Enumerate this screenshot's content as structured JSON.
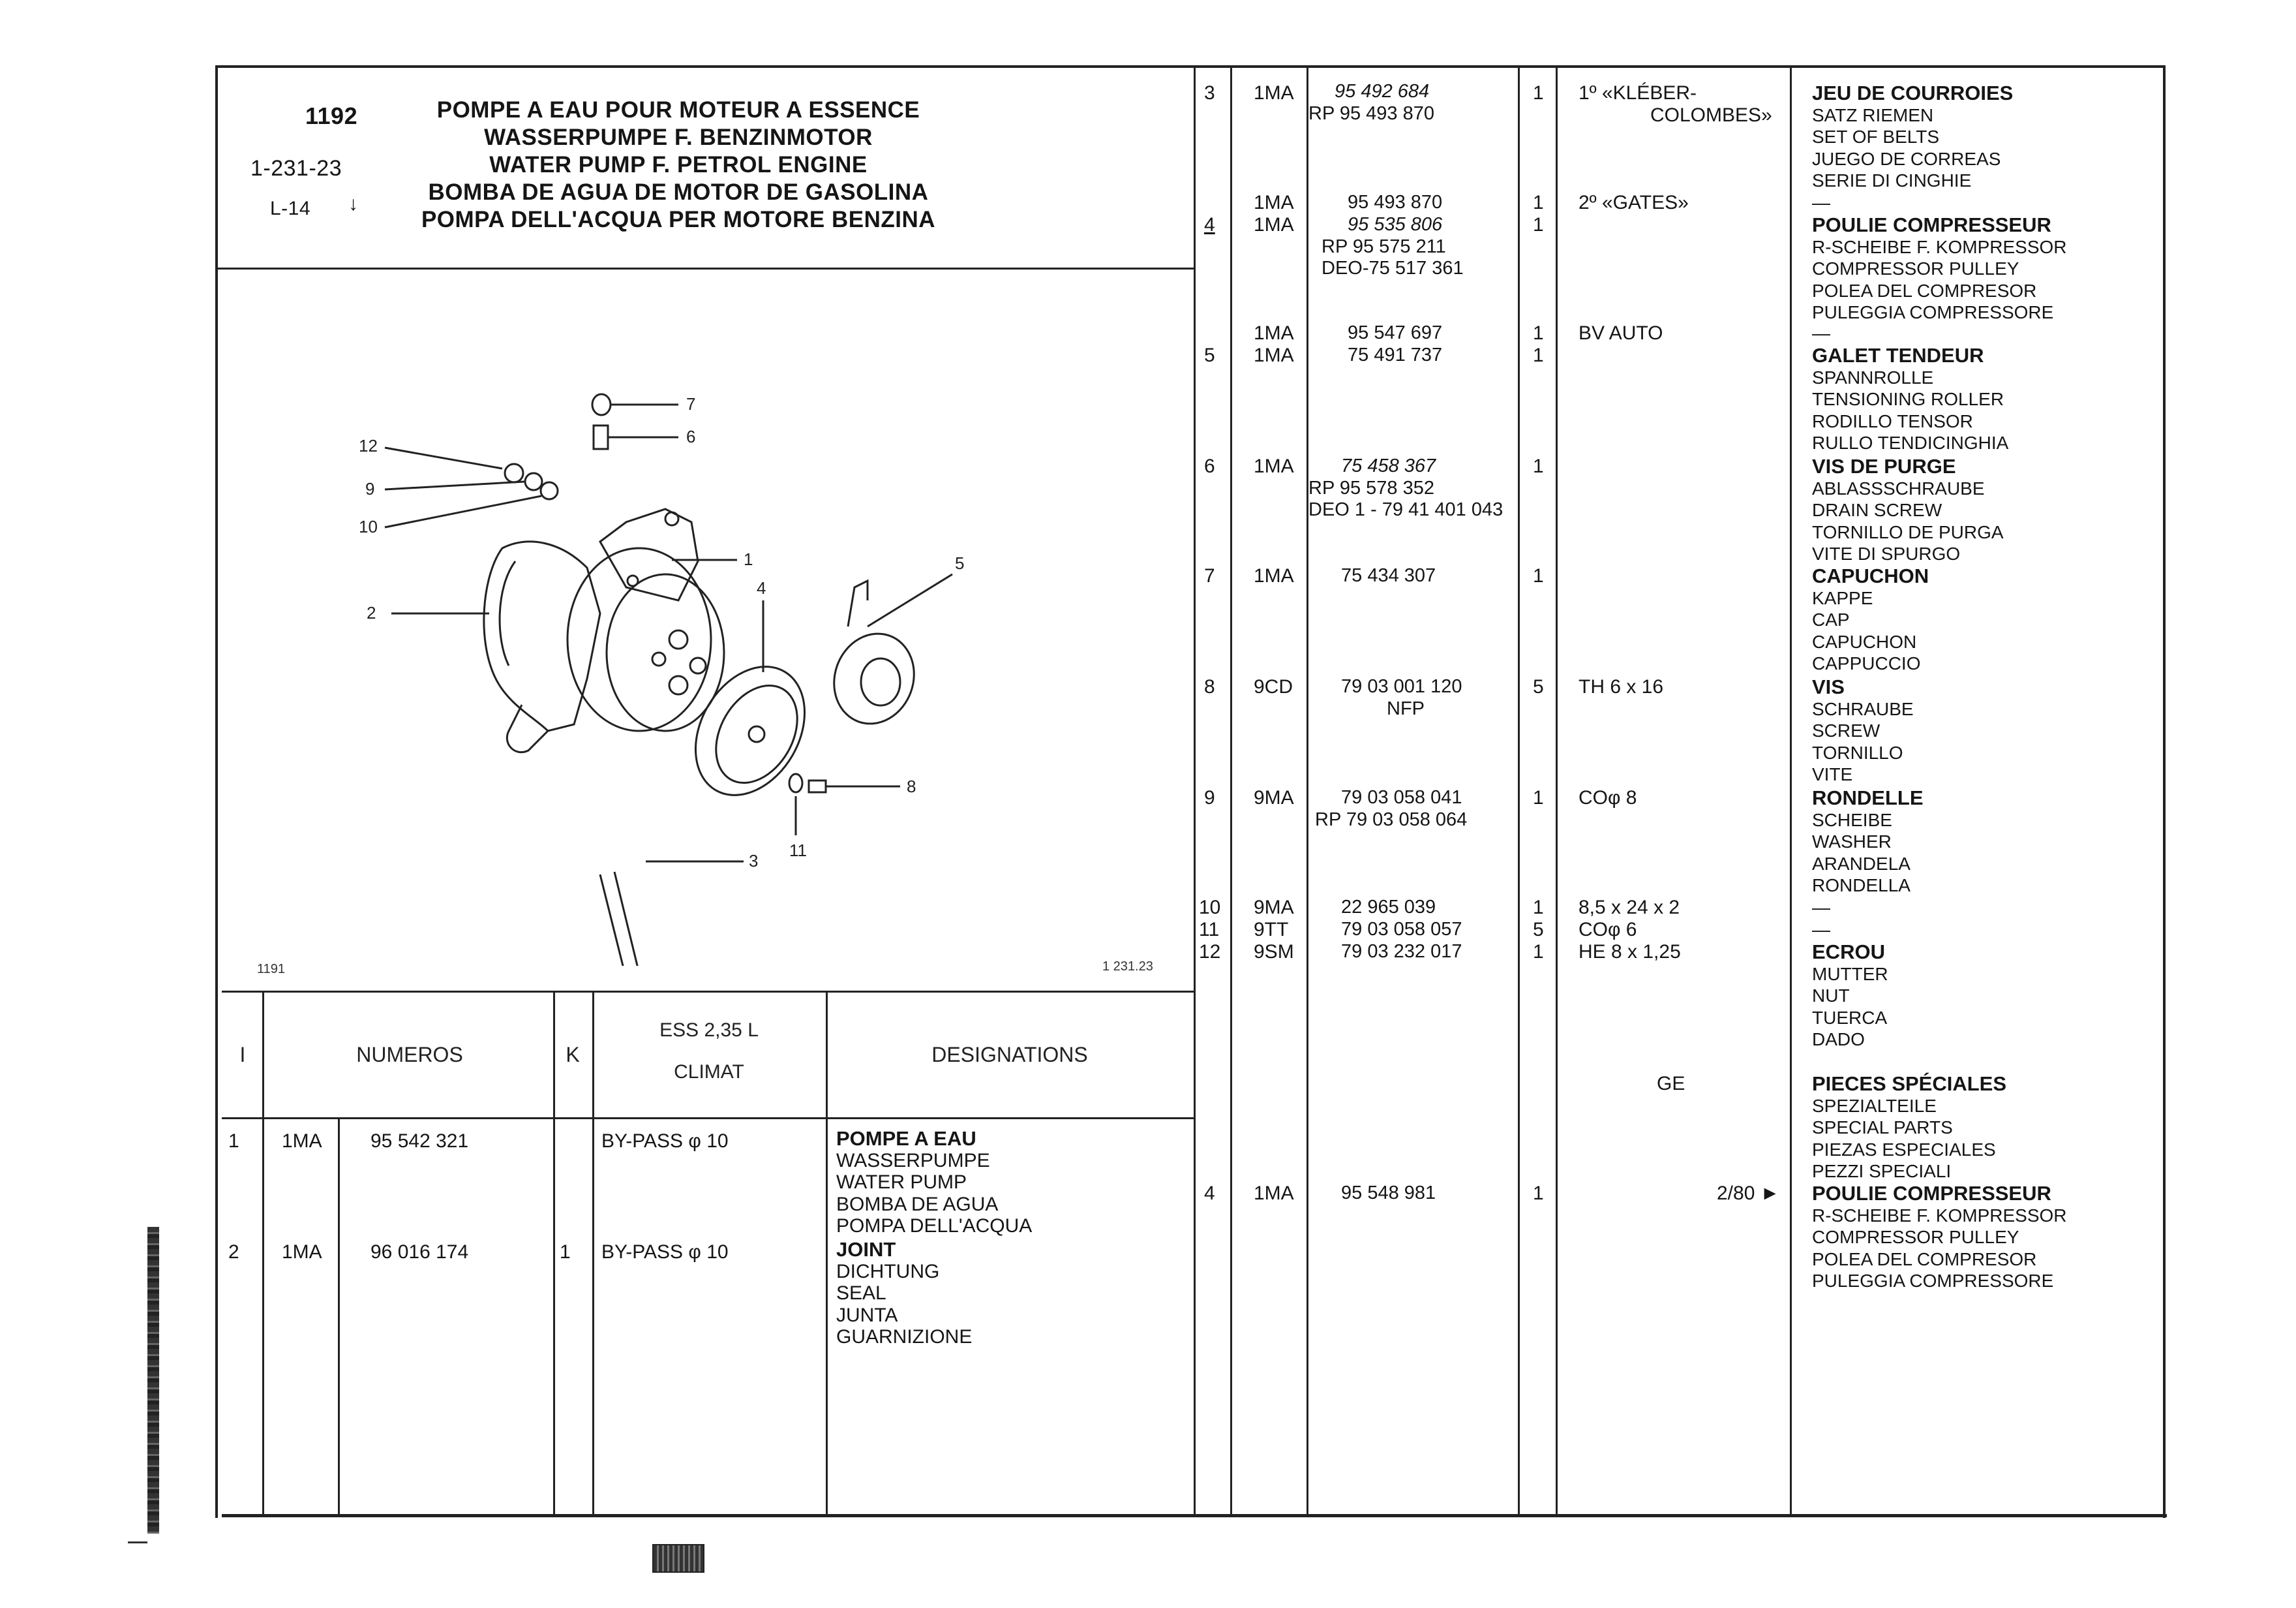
{
  "header": {
    "page_number": "1192",
    "ref_code": "1-231-23",
    "level_mark": "L-14",
    "titles": [
      "POMPE A EAU POUR MOTEUR A ESSENCE",
      "WASSERPUMPE F. BENZINMOTOR",
      "WATER PUMP F. PETROL ENGINE",
      "BOMBA DE AGUA DE MOTOR DE GASOLINA",
      "POMPA DELL'ACQUA PER MOTORE BENZINA"
    ]
  },
  "diagram": {
    "callouts": [
      "12",
      "9",
      "10",
      "2",
      "7",
      "6",
      "1",
      "4",
      "5",
      "8",
      "11",
      "3"
    ],
    "code_left": "1191",
    "code_right": "1 231.23"
  },
  "left_table": {
    "headers": {
      "index": "I",
      "numeros": "NUMEROS",
      "k": "K",
      "variant_line1": "ESS 2,35 L",
      "variant_line2": "CLIMAT",
      "designations": "DESIGNATIONS"
    },
    "rows": [
      {
        "item": "1",
        "code": "1MA",
        "number": "95 542 321",
        "k": "",
        "variant": "BY-PASS φ 10",
        "designation": [
          "POMPE A EAU",
          "WASSERPUMPE",
          "WATER PUMP",
          "BOMBA DE AGUA",
          "POMPA DELL'ACQUA"
        ]
      },
      {
        "item": "2",
        "code": "1MA",
        "number": "96 016 174",
        "k": "1",
        "variant": "BY-PASS φ 10",
        "designation": [
          "JOINT",
          "DICHTUNG",
          "SEAL",
          "JUNTA",
          "GUARNIZIONE"
        ]
      }
    ]
  },
  "right_table": {
    "rows": [
      {
        "item": "3",
        "code": "1MA",
        "numbers": [
          "95 492 684",
          "RP 95 493 870"
        ],
        "k": "1",
        "variant": [
          "1º «KLÉBER-",
          "COLOMBES»"
        ],
        "designation": [
          "JEU DE COURROIES",
          "SATZ RIEMEN",
          "SET OF BELTS",
          "JUEGO DE CORREAS",
          "SERIE DI CINGHIE"
        ]
      },
      {
        "item": "",
        "code": "1MA",
        "numbers": [
          "95 493 870"
        ],
        "k": "1",
        "variant": [
          "2º «GATES»"
        ],
        "designation": [
          "—"
        ]
      },
      {
        "item": "4",
        "code": "1MA",
        "numbers": [
          "95 535 806",
          "RP 95 575 211",
          "DEO-75 517 361"
        ],
        "k": "1",
        "variant": [],
        "designation": [
          "POULIE COMPRESSEUR",
          "R-SCHEIBE F. KOMPRESSOR",
          "COMPRESSOR PULLEY",
          "POLEA DEL COMPRESOR",
          "PULEGGIA COMPRESSORE"
        ]
      },
      {
        "item": "",
        "code": "1MA",
        "numbers": [
          "95 547 697"
        ],
        "k": "1",
        "variant": [
          "BV AUTO"
        ],
        "designation": [
          "—"
        ]
      },
      {
        "item": "5",
        "code": "1MA",
        "numbers": [
          "75 491 737"
        ],
        "k": "1",
        "variant": [],
        "designation": [
          "GALET TENDEUR",
          "SPANNROLLE",
          "TENSIONING ROLLER",
          "RODILLO TENSOR",
          "RULLO TENDICINGHIA"
        ]
      },
      {
        "item": "6",
        "code": "1MA",
        "numbers": [
          "75 458 367",
          "RP 95 578 352",
          "DEO 1 - 79 41 401 043"
        ],
        "k": "1",
        "variant": [],
        "designation": [
          "VIS DE PURGE",
          "ABLASSSCHRAUBE",
          "DRAIN SCREW",
          "TORNILLO DE PURGA",
          "VITE DI SPURGO"
        ]
      },
      {
        "item": "7",
        "code": "1MA",
        "numbers": [
          "75 434 307"
        ],
        "k": "1",
        "variant": [],
        "designation": [
          "CAPUCHON",
          "KAPPE",
          "CAP",
          "CAPUCHON",
          "CAPPUCCIO"
        ]
      },
      {
        "item": "8",
        "code": "9CD",
        "numbers": [
          "79 03 001 120",
          "NFP"
        ],
        "k": "5",
        "variant": [
          "TH 6 x 16"
        ],
        "designation": [
          "VIS",
          "SCHRAUBE",
          "SCREW",
          "TORNILLO",
          "VITE"
        ]
      },
      {
        "item": "9",
        "code": "9MA",
        "numbers": [
          "79 03 058 041",
          "RP 79 03 058 064"
        ],
        "k": "1",
        "variant": [
          "COφ 8"
        ],
        "designation": [
          "RONDELLE",
          "SCHEIBE",
          "WASHER",
          "ARANDELA",
          "RONDELLA"
        ]
      },
      {
        "item": "10",
        "code": "9MA",
        "numbers": [
          "22 965 039"
        ],
        "k": "1",
        "variant": [
          "8,5 x 24 x 2"
        ],
        "designation": [
          "—"
        ]
      },
      {
        "item": "11",
        "code": "9TT",
        "numbers": [
          "79 03 058 057"
        ],
        "k": "5",
        "variant": [
          "COφ 6"
        ],
        "designation": [
          "—"
        ]
      },
      {
        "item": "12",
        "code": "9SM",
        "numbers": [
          "79 03 232 017"
        ],
        "k": "1",
        "variant": [
          "HE 8 x 1,25"
        ],
        "designation": [
          "ECROU",
          "MUTTER",
          "NUT",
          "TUERCA",
          "DADO"
        ]
      },
      {
        "item": "",
        "code": "",
        "numbers": [],
        "k": "",
        "variant": [
          "GE"
        ],
        "designation": [
          "PIECES SPÉCIALES",
          "SPEZIALTEILE",
          "SPECIAL PARTS",
          "PIEZAS ESPECIALES",
          "PEZZI SPECIALI"
        ]
      },
      {
        "item": "4",
        "code": "1MA",
        "numbers": [
          "95 548 981"
        ],
        "k": "1",
        "variant": [
          "2/80 ►"
        ],
        "designation": [
          "POULIE COMPRESSEUR",
          "R-SCHEIBE F. KOMPRESSOR",
          "COMPRESSOR PULLEY",
          "POLEA DEL COMPRESOR",
          "PULEGGIA COMPRESSORE"
        ]
      }
    ]
  }
}
